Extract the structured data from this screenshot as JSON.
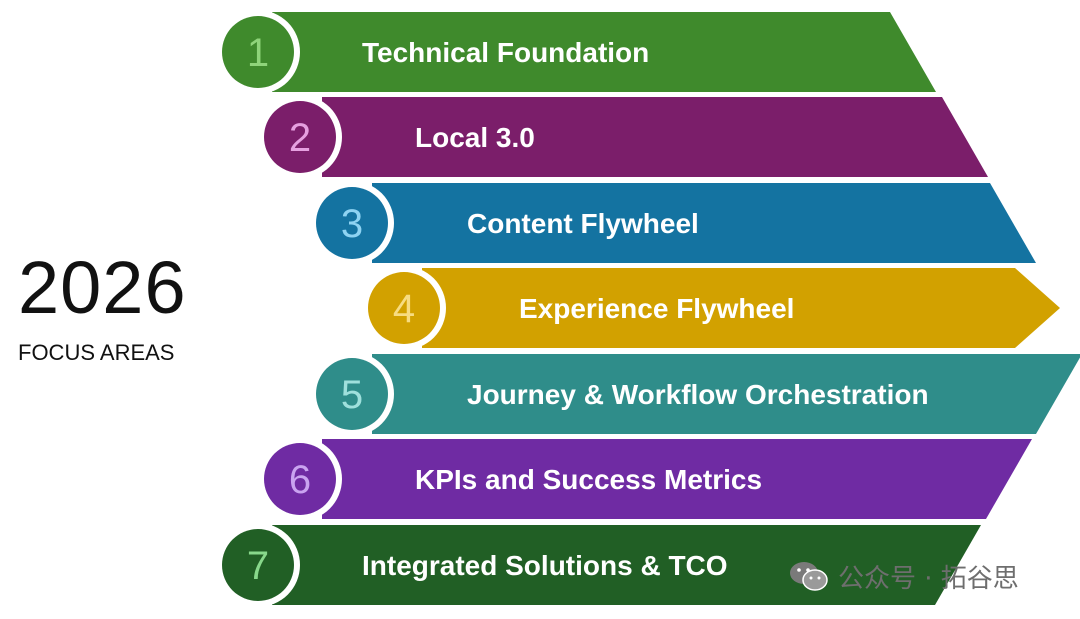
{
  "title": {
    "year": "2026",
    "subtitle": "FOCUS AREAS"
  },
  "focus_areas": [
    {
      "number": "1",
      "label": "Technical Foundation",
      "color": "#3f8a2c",
      "circle_text_color": "#8fd47a"
    },
    {
      "number": "2",
      "label": "Local 3.0",
      "color": "#7b1e6a",
      "circle_text_color": "#e6a0e0"
    },
    {
      "number": "3",
      "label": "Content Flywheel",
      "color": "#1473a1",
      "circle_text_color": "#8ed3f2"
    },
    {
      "number": "4",
      "label": "Experience Flywheel",
      "color": "#d2a100",
      "circle_text_color": "#f7dc82"
    },
    {
      "number": "5",
      "label": "Journey & Workflow Orchestration",
      "color": "#2f8d8a",
      "circle_text_color": "#9fe0dc"
    },
    {
      "number": "6",
      "label": "KPIs and Success Metrics",
      "color": "#6f2ba3",
      "circle_text_color": "#c9a3f0"
    },
    {
      "number": "7",
      "label": "Integrated Solutions & TCO",
      "color": "#215f25",
      "circle_text_color": "#88d88b"
    }
  ],
  "watermark": {
    "icon": "wechat-icon",
    "text": "公众号 · 拓谷思"
  }
}
